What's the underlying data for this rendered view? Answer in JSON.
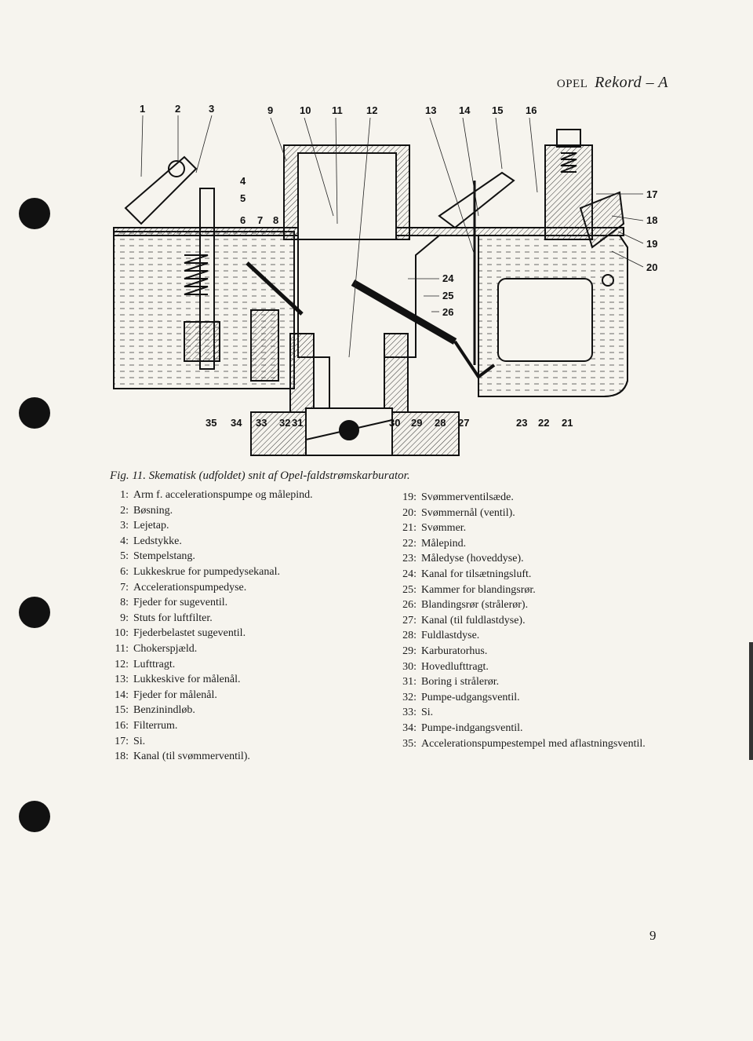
{
  "header": {
    "brand": "OPEL",
    "model": "Rekord – A"
  },
  "figure": {
    "caption": "Fig. 11. Skematisk (udfoldet) snit af Opel-faldstrømskarburator.",
    "callouts_top": [
      "1",
      "2",
      "3",
      "9",
      "10",
      "11",
      "12",
      "13",
      "14",
      "15",
      "16"
    ],
    "callouts_side": [
      "4",
      "5",
      "6",
      "7",
      "8",
      "24",
      "25",
      "26",
      "17",
      "18",
      "19",
      "20"
    ],
    "callouts_bottom": [
      "35",
      "34",
      "33",
      "32",
      "31",
      "30",
      "29",
      "28",
      "27",
      "23",
      "22",
      "21"
    ]
  },
  "legend": {
    "left": [
      {
        "num": "1:",
        "text": "Arm f. accelerationspumpe og målepind."
      },
      {
        "num": "2:",
        "text": "Bøsning."
      },
      {
        "num": "3:",
        "text": "Lejetap."
      },
      {
        "num": "4:",
        "text": "Ledstykke."
      },
      {
        "num": "5:",
        "text": "Stempelstang."
      },
      {
        "num": "6:",
        "text": "Lukkeskrue for pumpedysekanal."
      },
      {
        "num": "7:",
        "text": "Accelerationspumpedyse."
      },
      {
        "num": "8:",
        "text": "Fjeder for sugeventil."
      },
      {
        "num": "9:",
        "text": "Stuts for luftfilter."
      },
      {
        "num": "10:",
        "text": "Fjederbelastet sugeventil."
      },
      {
        "num": "11:",
        "text": "Chokerspjæld."
      },
      {
        "num": "12:",
        "text": "Lufttragt."
      },
      {
        "num": "13:",
        "text": "Lukkeskive for målenål."
      },
      {
        "num": "14:",
        "text": "Fjeder for målenål."
      },
      {
        "num": "15:",
        "text": "Benzinindløb."
      },
      {
        "num": "16:",
        "text": "Filterrum."
      },
      {
        "num": "17:",
        "text": "Si."
      },
      {
        "num": "18:",
        "text": "Kanal (til svømmerventil)."
      }
    ],
    "right": [
      {
        "num": "19:",
        "text": "Svømmerventilsæde."
      },
      {
        "num": "20:",
        "text": "Svømmernål (ventil)."
      },
      {
        "num": "21:",
        "text": "Svømmer."
      },
      {
        "num": "22:",
        "text": "Målepind."
      },
      {
        "num": "23:",
        "text": "Måledyse (hoveddyse)."
      },
      {
        "num": "24:",
        "text": "Kanal for tilsætningsluft."
      },
      {
        "num": "25:",
        "text": "Kammer for blandingsrør."
      },
      {
        "num": "26:",
        "text": "Blandingsrør (strålerør)."
      },
      {
        "num": "27:",
        "text": "Kanal (til fuldlastdyse)."
      },
      {
        "num": "28:",
        "text": "Fuldlastdyse."
      },
      {
        "num": "29:",
        "text": "Karburatorhus."
      },
      {
        "num": "30:",
        "text": "Hovedlufttragt."
      },
      {
        "num": "31:",
        "text": "Boring i strålerør."
      },
      {
        "num": "32:",
        "text": "Pumpe-udgangsventil."
      },
      {
        "num": "33:",
        "text": "Si."
      },
      {
        "num": "34:",
        "text": "Pumpe-indgangsventil."
      },
      {
        "num": "35:",
        "text": "Accelerationspumpestempel med aflastningsventil."
      }
    ]
  },
  "page_number": "9"
}
